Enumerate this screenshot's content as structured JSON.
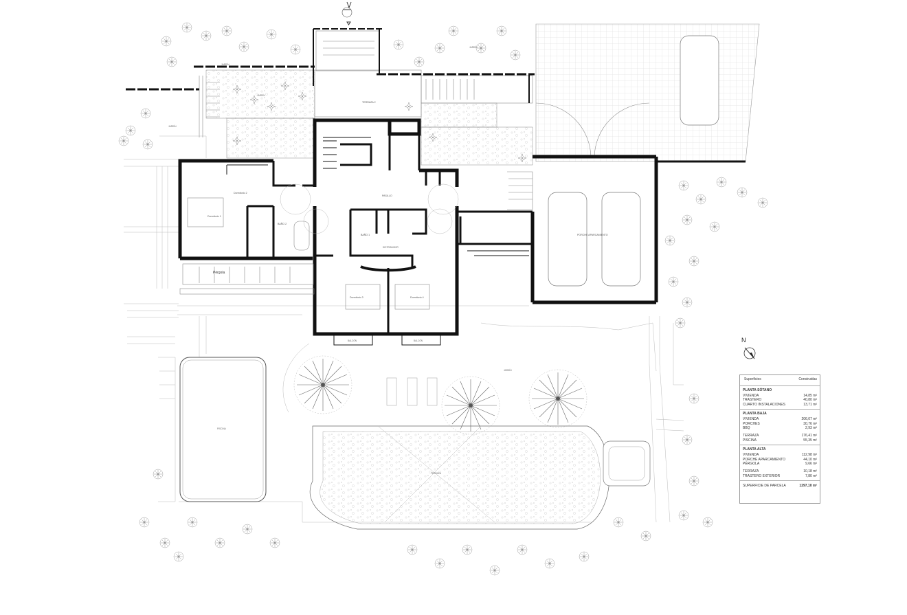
{
  "plan": {
    "rooms": [
      {
        "id": "terraza2",
        "text": "TERRAZA 2"
      },
      {
        "id": "jardin1",
        "text": "JARDÍN"
      },
      {
        "id": "jardin2",
        "text": "JARDÍN"
      },
      {
        "id": "jardin3",
        "text": "JARDÍN"
      },
      {
        "id": "jardin4",
        "text": "JARDÍN"
      },
      {
        "id": "pasillo",
        "text": "PASILLO"
      },
      {
        "id": "dormitorio2",
        "text": "Dormitorio 2"
      },
      {
        "id": "dormitorio1",
        "text": "Dormitorio 1"
      },
      {
        "id": "dormitorio3",
        "text": "Dormitorio 3"
      },
      {
        "id": "dormitorio4",
        "text": "Dormitorio 4"
      },
      {
        "id": "bano2",
        "text": "BAÑO 2"
      },
      {
        "id": "bano1",
        "text": "BAÑO 1"
      },
      {
        "id": "distribuidor",
        "text": "DISTRIBUIDOR"
      },
      {
        "id": "pergola",
        "text": "Pérgola"
      },
      {
        "id": "porche",
        "text": "PORCHE APARCAMIENTO"
      },
      {
        "id": "balcon1",
        "text": "BALCÓN"
      },
      {
        "id": "balcon2",
        "text": "BALCÓN"
      },
      {
        "id": "piscina",
        "text": "PISCINA"
      },
      {
        "id": "terraza",
        "text": "TERRAZA"
      },
      {
        "id": "jardines",
        "text": "JARDÍN"
      }
    ],
    "north_label": "N"
  },
  "surfaces": {
    "header_left": "Superficies",
    "header_right": "Construidas",
    "sections": [
      {
        "title": "PLANTA SÓTANO",
        "rows": [
          {
            "label": "VIVIENDA",
            "value": "14,85 m²",
            "gap": false
          },
          {
            "label": "TRASTERO",
            "value": "40,80 m²",
            "gap": false
          },
          {
            "label": "CUARTO INSTALACIONES",
            "value": "13,71 m²",
            "gap": false
          }
        ]
      },
      {
        "title": "PLANTA BAJA",
        "rows": [
          {
            "label": "VIVIENDA",
            "value": "206,07 m²",
            "gap": false
          },
          {
            "label": "PORCHES",
            "value": "30,76 m²",
            "gap": false
          },
          {
            "label": "BBQ",
            "value": "2,93 m²",
            "gap": false
          },
          {
            "label": "TERRAZA",
            "value": "176,41 m²",
            "gap": true
          },
          {
            "label": "PISCINA",
            "value": "55,35 m²",
            "gap": false
          }
        ]
      },
      {
        "title": "PLANTA ALTA",
        "rows": [
          {
            "label": "VIVIENDA",
            "value": "112,98 m²",
            "gap": false
          },
          {
            "label": "PORCHE APARCAMIENTO",
            "value": "44,10 m²",
            "gap": false
          },
          {
            "label": "PÉRGOLA",
            "value": "9,66 m²",
            "gap": false
          },
          {
            "label": "TERRAZA",
            "value": "10,18 m²",
            "gap": true
          },
          {
            "label": "TRASTERO EXTERIOR",
            "value": "7,80 m²",
            "gap": false
          }
        ]
      }
    ],
    "total_label": "SUPERFICIE DE PARCELA",
    "total_value": "1297,10 m²"
  }
}
